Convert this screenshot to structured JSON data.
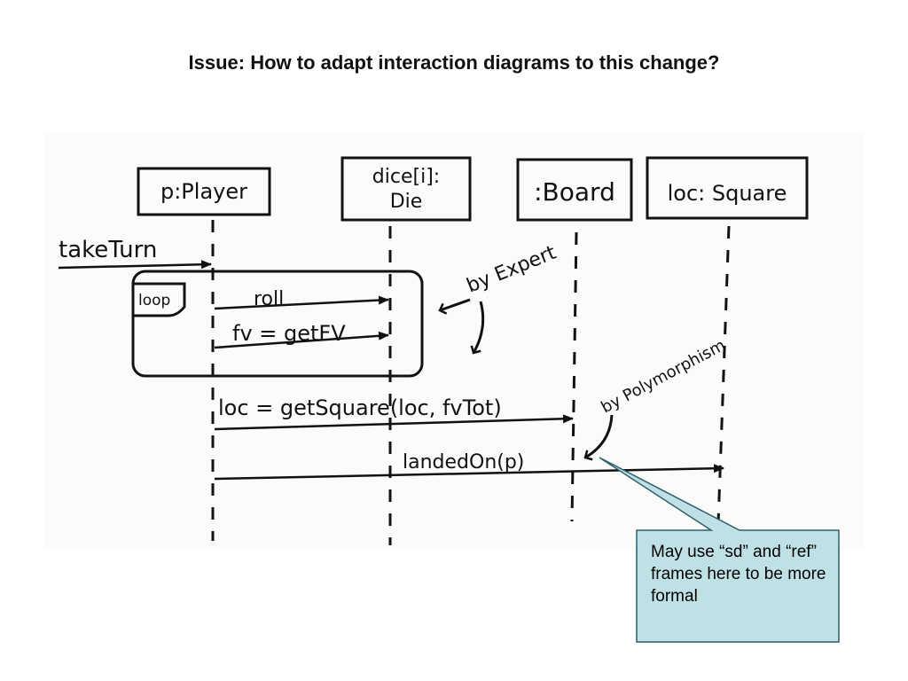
{
  "title": "Issue: How to adapt interaction diagrams to this change?",
  "lifelines": [
    {
      "label": "p:Player"
    },
    {
      "label": "dice[i]:\nDie"
    },
    {
      "label": ":Board"
    },
    {
      "label": "loc: Square"
    }
  ],
  "frame_label": "loop",
  "messages": [
    {
      "label": "takeTurn"
    },
    {
      "label": "roll"
    },
    {
      "label": "fv = getFV"
    },
    {
      "label": "loc = getSquare(loc, fvTot)"
    },
    {
      "label": "landedOn(p)"
    }
  ],
  "notes": [
    {
      "label": "by Expert"
    },
    {
      "label": "by Polymorphism"
    }
  ],
  "callout": {
    "text": "May use “sd” and “ref” frames here to be more formal",
    "fill": "#bfe0e4",
    "border": "#2d5f6d"
  }
}
